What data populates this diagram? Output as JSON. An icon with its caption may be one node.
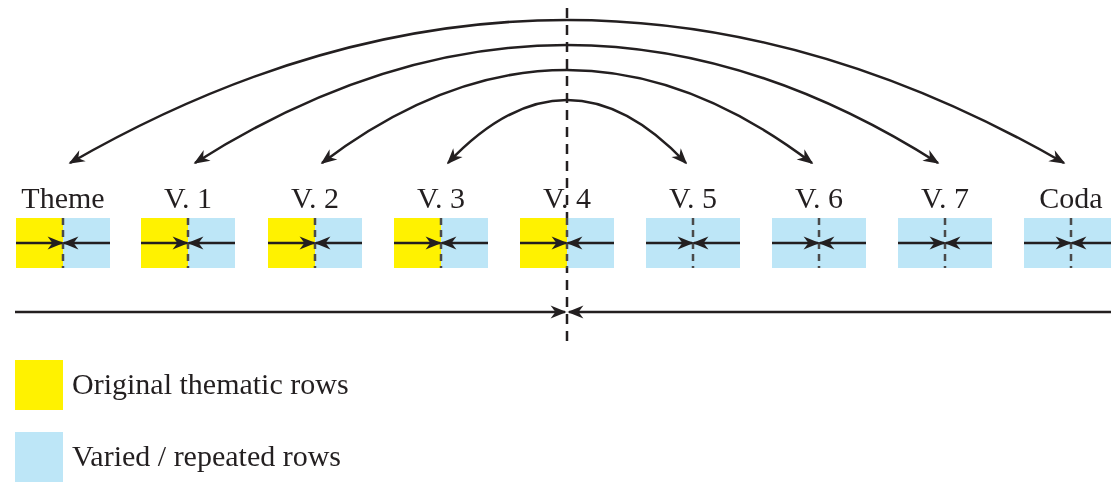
{
  "diagram": {
    "nodes": [
      {
        "text": [
          "Theme"
        ]
      },
      {
        "text": [
          "V. 1"
        ]
      },
      {
        "text": [
          "V. 2"
        ]
      },
      {
        "text": [
          "V. 3"
        ]
      },
      {
        "text": [
          "V. 4"
        ]
      },
      {
        "text": [
          "V. 5"
        ]
      },
      {
        "text": [
          "V. 6"
        ]
      },
      {
        "text": [
          "V. 7"
        ]
      },
      {
        "text": [
          "Coda"
        ]
      }
    ],
    "edges": [
      {
        "from": 0,
        "to": 8,
        "arrow": "both"
      },
      {
        "from": 1,
        "to": 7,
        "arrow": "both"
      },
      {
        "from": 2,
        "to": 6,
        "arrow": "both"
      },
      {
        "from": 3,
        "to": 5,
        "arrow": "both"
      }
    ],
    "legend": [
      {
        "text": "Original thematic rows",
        "color": "#fff200"
      },
      {
        "text": "Varied / repeated rows",
        "color": "#bde6f7"
      }
    ]
  }
}
